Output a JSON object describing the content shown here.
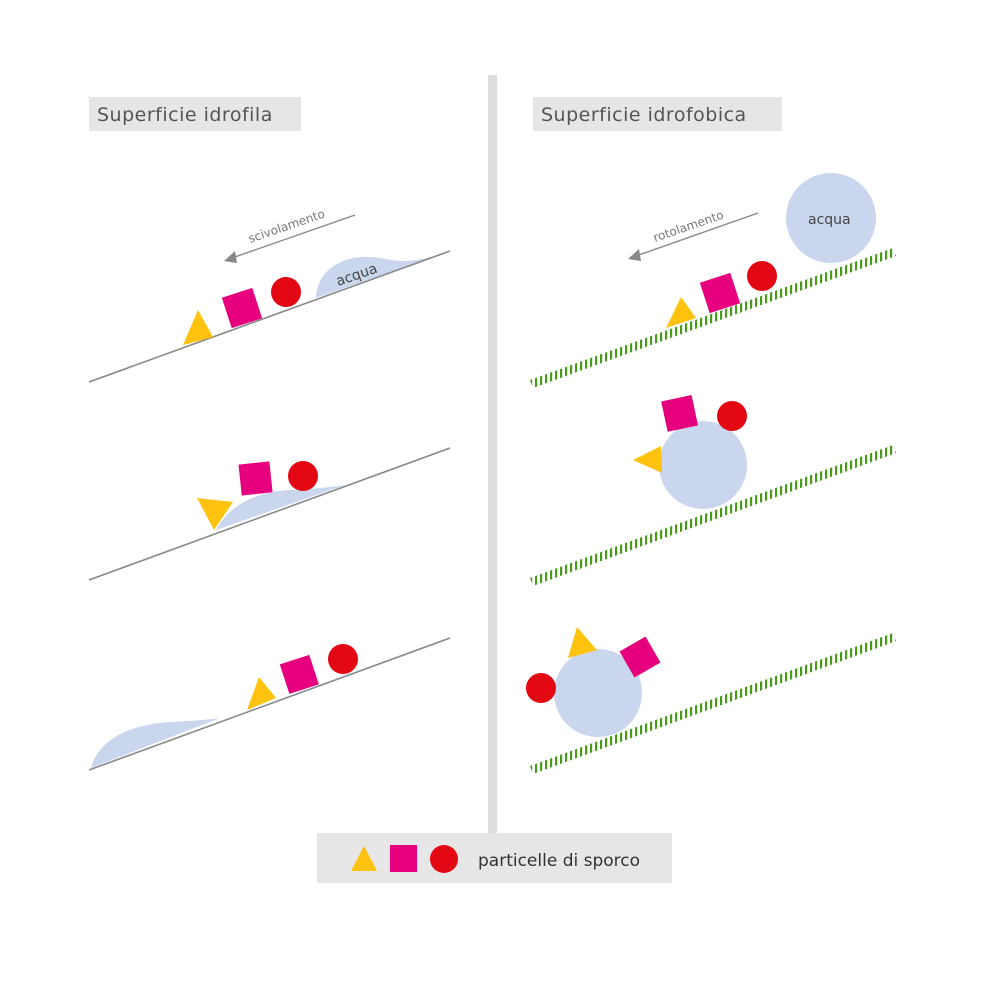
{
  "left_panel": {
    "title": "Superficie idrofila",
    "motion_label": "scivolamento",
    "water_label": "acqua"
  },
  "right_panel": {
    "title": "Superficie idrofobica",
    "motion_label": "rotolamento",
    "water_label": "acqua"
  },
  "legend": {
    "label": "particelle di sporco"
  },
  "colors": {
    "triangle": "#ffc20e",
    "square": "#e6007e",
    "circle": "#e30613",
    "water": "#c9d6ee",
    "hydrophobic_surface": "#4a9a1a",
    "surface_line": "#888888",
    "divider": "#dddddd",
    "label_background": "#e6e6e6"
  }
}
